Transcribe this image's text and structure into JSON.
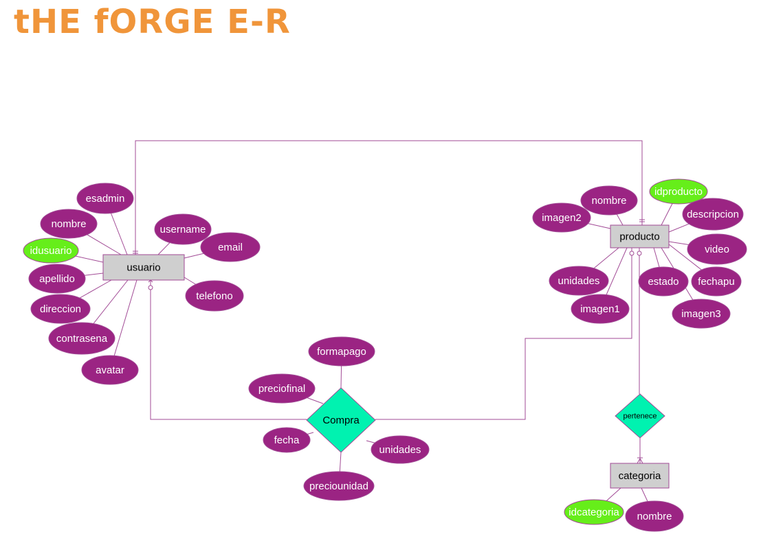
{
  "title": "tHE fORGE E-R",
  "colors": {
    "title": "#f0953a",
    "attribute": "#9b2483",
    "key_attribute": "#66ee1a",
    "entity": "#cfcfcf",
    "relationship": "#00f2b0",
    "line": "#a14a95",
    "attribute_text": "#ffffff",
    "entity_text": "#000000"
  },
  "entities": [
    {
      "id": "usuario",
      "label": "usuario"
    },
    {
      "id": "producto",
      "label": "producto"
    },
    {
      "id": "categoria",
      "label": "categoria"
    }
  ],
  "relationships": [
    {
      "id": "compra",
      "label": "Compra"
    },
    {
      "id": "pertenece",
      "label": "pertenece"
    }
  ],
  "attributes": [
    {
      "id": "u-esadmin",
      "owner": "usuario",
      "label": "esadmin",
      "key": false
    },
    {
      "id": "u-nombre",
      "owner": "usuario",
      "label": "nombre",
      "key": false
    },
    {
      "id": "u-idusuario",
      "owner": "usuario",
      "label": "idusuario",
      "key": true
    },
    {
      "id": "u-apellido",
      "owner": "usuario",
      "label": "apellido",
      "key": false
    },
    {
      "id": "u-direccion",
      "owner": "usuario",
      "label": "direccion",
      "key": false
    },
    {
      "id": "u-contrasena",
      "owner": "usuario",
      "label": "contrasena",
      "key": false
    },
    {
      "id": "u-avatar",
      "owner": "usuario",
      "label": "avatar",
      "key": false
    },
    {
      "id": "u-username",
      "owner": "usuario",
      "label": "username",
      "key": false
    },
    {
      "id": "u-email",
      "owner": "usuario",
      "label": "email",
      "key": false
    },
    {
      "id": "u-telefono",
      "owner": "usuario",
      "label": "telefono",
      "key": false
    },
    {
      "id": "p-idproducto",
      "owner": "producto",
      "label": "idproducto",
      "key": true
    },
    {
      "id": "p-nombre",
      "owner": "producto",
      "label": "nombre",
      "key": false
    },
    {
      "id": "p-imagen2",
      "owner": "producto",
      "label": "imagen2",
      "key": false
    },
    {
      "id": "p-descripcion",
      "owner": "producto",
      "label": "descripcion",
      "key": false
    },
    {
      "id": "p-video",
      "owner": "producto",
      "label": "video",
      "key": false
    },
    {
      "id": "p-fechapu",
      "owner": "producto",
      "label": "fechapu",
      "key": false
    },
    {
      "id": "p-estado",
      "owner": "producto",
      "label": "estado",
      "key": false
    },
    {
      "id": "p-unidades",
      "owner": "producto",
      "label": "unidades",
      "key": false
    },
    {
      "id": "p-imagen1",
      "owner": "producto",
      "label": "imagen1",
      "key": false
    },
    {
      "id": "p-imagen3",
      "owner": "producto",
      "label": "imagen3",
      "key": false
    },
    {
      "id": "c-formapago",
      "owner": "compra",
      "label": "formapago",
      "key": false
    },
    {
      "id": "c-preciofinal",
      "owner": "compra",
      "label": "preciofinal",
      "key": false
    },
    {
      "id": "c-fecha",
      "owner": "compra",
      "label": "fecha",
      "key": false
    },
    {
      "id": "c-unidades",
      "owner": "compra",
      "label": "unidades",
      "key": false
    },
    {
      "id": "c-preciounidad",
      "owner": "compra",
      "label": "preciounidad",
      "key": false
    },
    {
      "id": "k-idcategoria",
      "owner": "categoria",
      "label": "idcategoria",
      "key": true
    },
    {
      "id": "k-nombre",
      "owner": "categoria",
      "label": "nombre",
      "key": false
    }
  ],
  "links": [
    {
      "from": "usuario",
      "to": "producto"
    },
    {
      "from": "usuario",
      "to": "compra"
    },
    {
      "from": "producto",
      "to": "compra"
    },
    {
      "from": "producto",
      "to": "pertenece"
    },
    {
      "from": "pertenece",
      "to": "categoria"
    }
  ]
}
